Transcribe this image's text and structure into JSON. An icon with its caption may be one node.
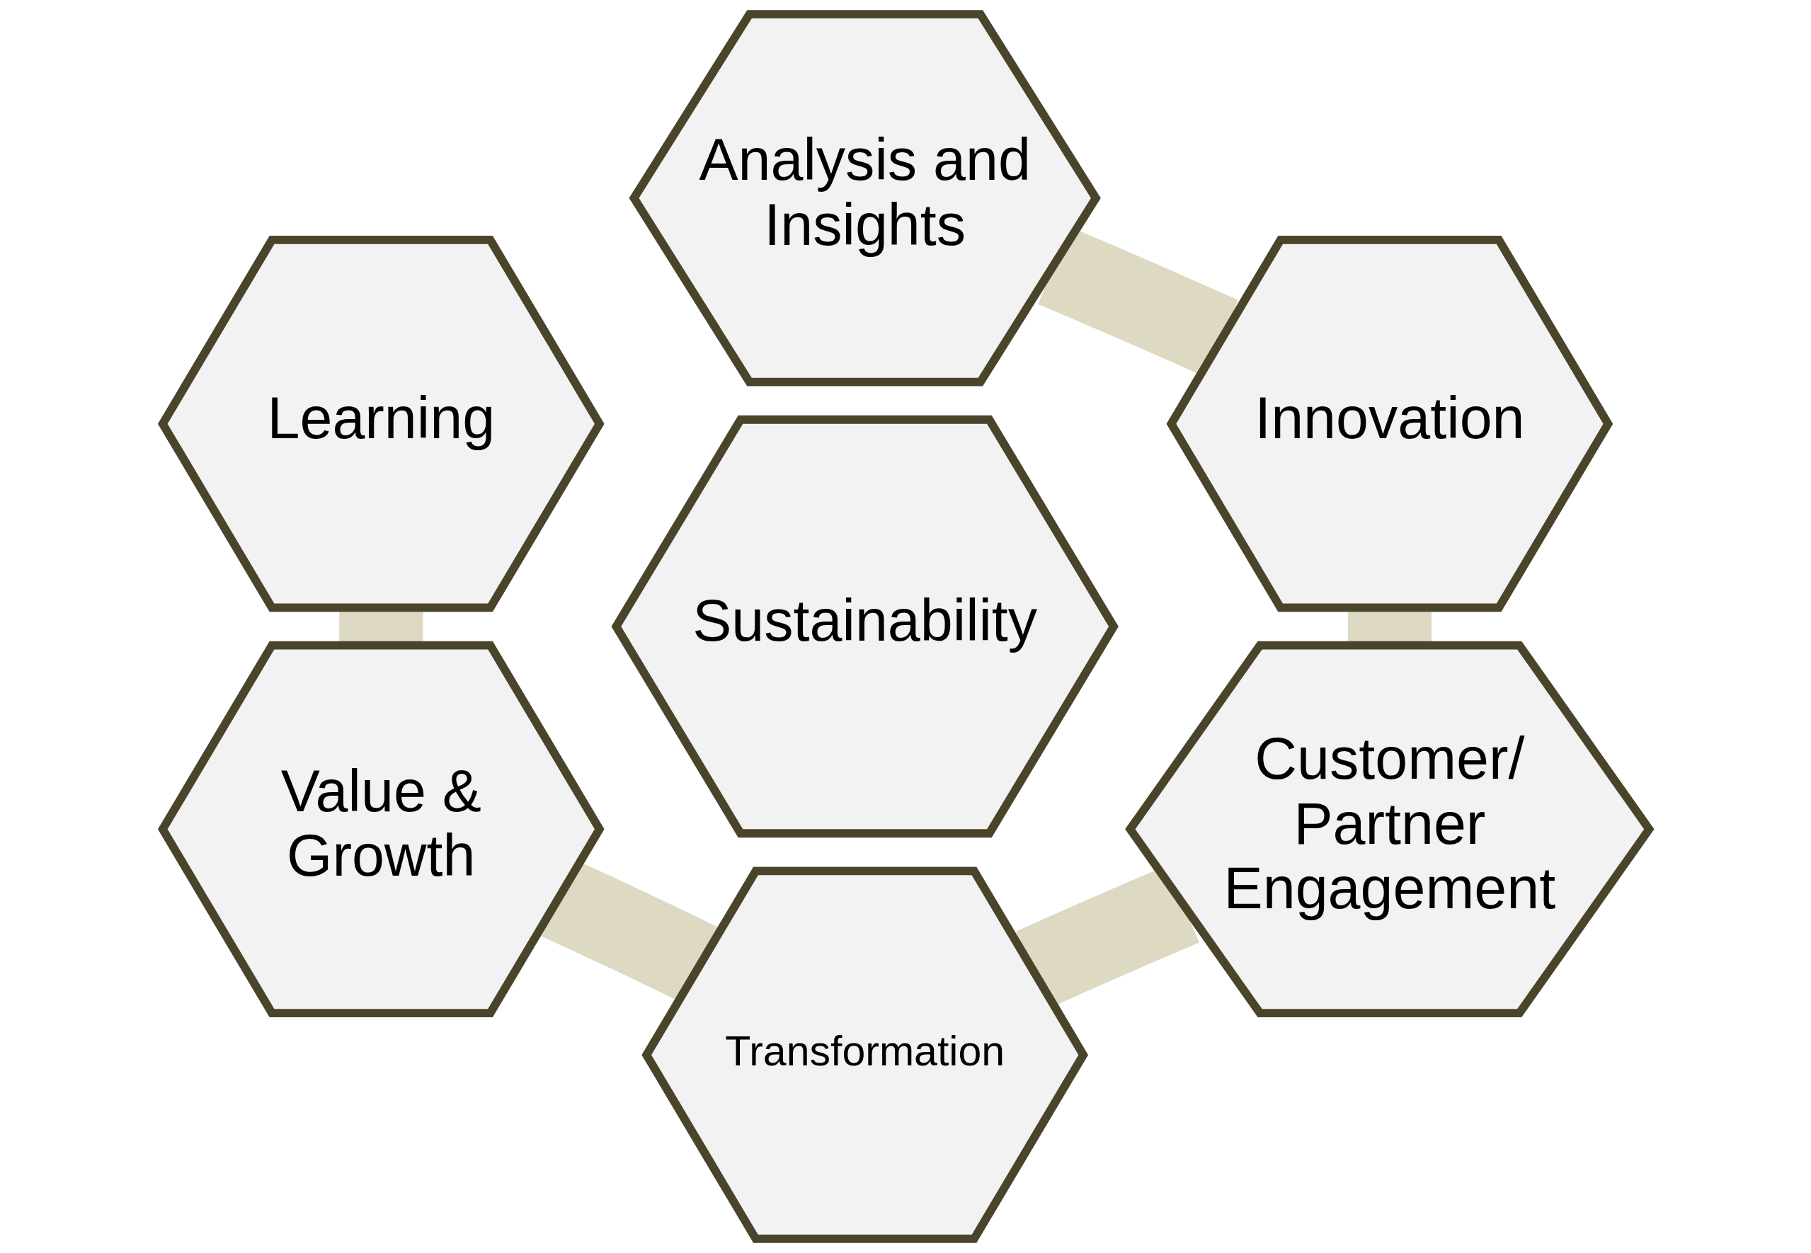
{
  "diagram": {
    "nodes": [
      {
        "text": [
          "Analysis and Insights"
        ]
      },
      {
        "text": [
          "Learning"
        ]
      },
      {
        "text": [
          "Innovation"
        ]
      },
      {
        "text": [
          "Sustainability"
        ]
      },
      {
        "text": [
          "Value & Growth"
        ]
      },
      {
        "text": [
          "Customer/ Partner Engagement"
        ]
      },
      {
        "text": [
          "Transformation"
        ]
      }
    ],
    "edges": [
      {
        "from": 0,
        "to": 2,
        "arrow": "none"
      },
      {
        "from": 2,
        "to": 5,
        "arrow": "none"
      },
      {
        "from": 5,
        "to": 6,
        "arrow": "none"
      },
      {
        "from": 6,
        "to": 4,
        "arrow": "none"
      },
      {
        "from": 4,
        "to": 1,
        "arrow": "none"
      }
    ]
  }
}
